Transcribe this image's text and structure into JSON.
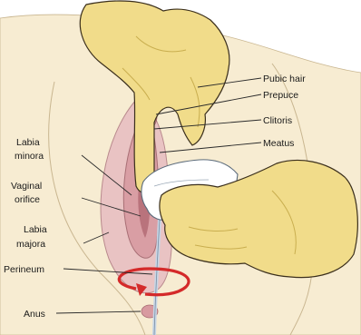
{
  "labels": {
    "pubic_hair": "Pubic hair",
    "prepuce": "Prepuce",
    "clitoris": "Clitoris",
    "meatus": "Meatus",
    "labia_minora_1": "Labia",
    "labia_minora_2": "minora",
    "vaginal_orifice_1": "Vaginal",
    "vaginal_orifice_2": "orifice",
    "labia_majora_1": "Labia",
    "labia_majora_2": "majora",
    "perineum": "Perineum",
    "anus": "Anus"
  },
  "colors": {
    "glove": "#f1dc8a",
    "glove_shadow": "#c9ae4f",
    "skin": "#f7ecd2",
    "tissue_pink": "#e3b3b6",
    "tissue_dark": "#c98790",
    "wipe": "#ffffff",
    "arrow": "#d42a2a",
    "outline": "#3b2f1c"
  }
}
